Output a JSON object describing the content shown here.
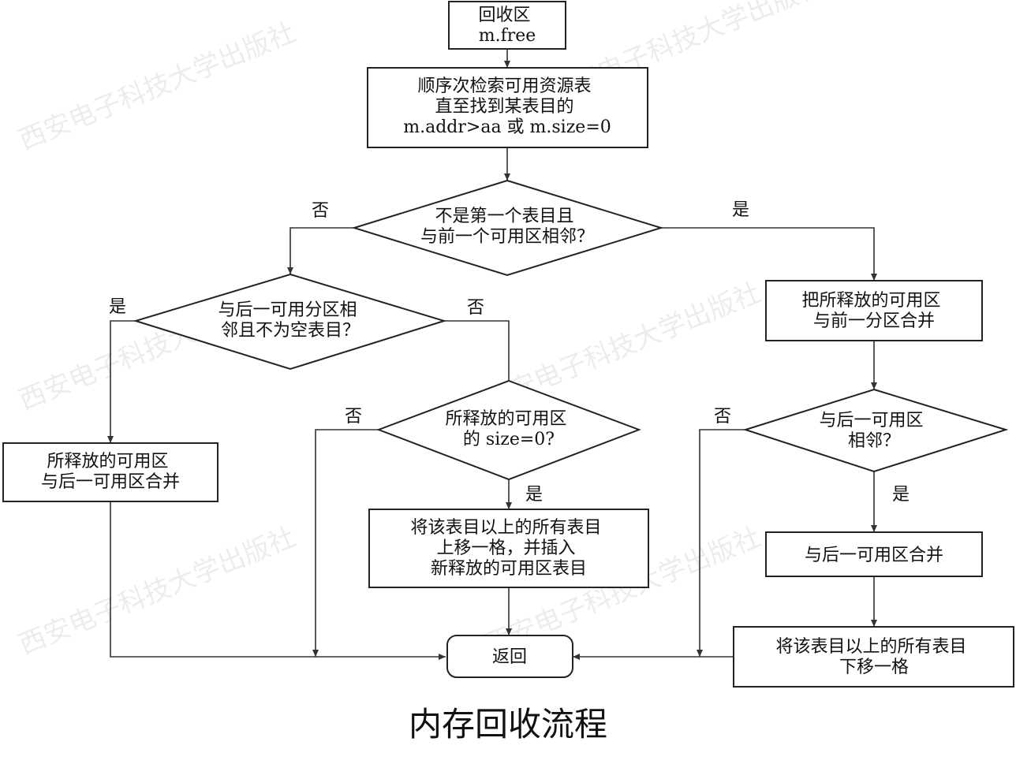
{
  "caption": "内存回收流程",
  "watermark": "西安电子科技大学出版社",
  "nodes": {
    "start": [
      "回收区",
      "m.free"
    ],
    "search": [
      "顺序次检索可用资源表",
      "直至找到某表目的",
      "m.addr>aa 或 m.size=0"
    ],
    "d_prev": [
      "不是第一个表目且",
      "与前一个可用区相邻？"
    ],
    "d_next_nonempty": [
      "与后一可用分区相",
      "邻且不为空表目？"
    ],
    "d_size0": [
      "所释放的可用区",
      "的 size=0?"
    ],
    "merge_prev": [
      "把所释放的可用区",
      "与前一分区合并"
    ],
    "d_next_adj": [
      "与后一可用区",
      "相邻？"
    ],
    "merge_next_left": [
      "所释放的可用区",
      "与后一可用区合并"
    ],
    "insert": [
      "将该表目以上的所有表目",
      "上移一格，并插入",
      "新释放的可用区表目"
    ],
    "merge_next_right": [
      "与后一可用区合并"
    ],
    "shift_down": [
      "将该表目以上的所有表目",
      "下移一格"
    ],
    "return": [
      "返回"
    ]
  },
  "labels": {
    "no": "否",
    "yes": "是"
  }
}
